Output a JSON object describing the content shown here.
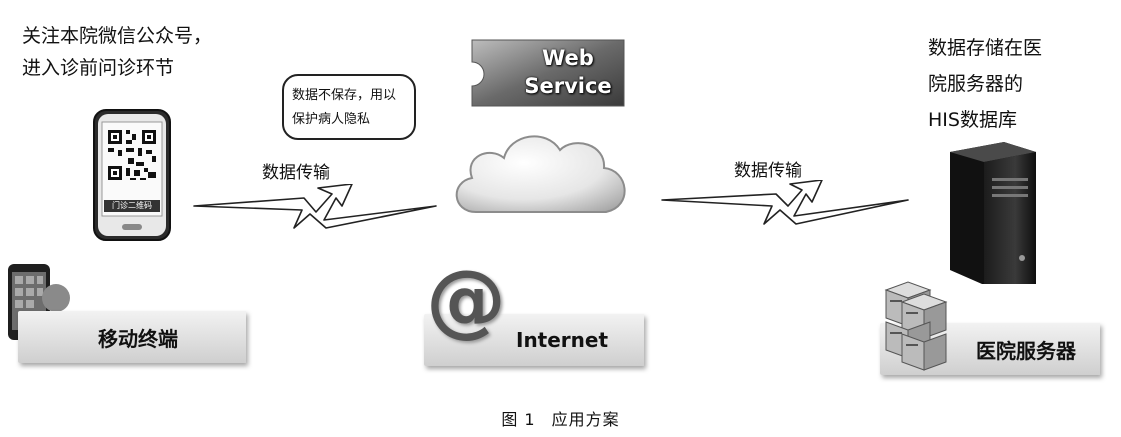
{
  "left_note": {
    "line1": "关注本院微信公众号，",
    "line2": "进入诊前问诊环节"
  },
  "bubble": {
    "line1": "数据不保存，用以",
    "line2": "保护病人隐私"
  },
  "web_service": {
    "line1": "Web",
    "line2": "Service"
  },
  "right_note": {
    "line1": "数据存储在医",
    "line2": "院服务器的",
    "line3": "HIS数据库"
  },
  "transfer_left": "数据传输",
  "transfer_right": "数据传输",
  "labels": {
    "mobile": "移动终端",
    "internet": "Internet",
    "server": "医院服务器"
  },
  "phone_screen": {
    "caption": "门诊二维码"
  },
  "at_symbol": "@",
  "caption": {
    "figure": "图 1",
    "title": "应用方案"
  }
}
